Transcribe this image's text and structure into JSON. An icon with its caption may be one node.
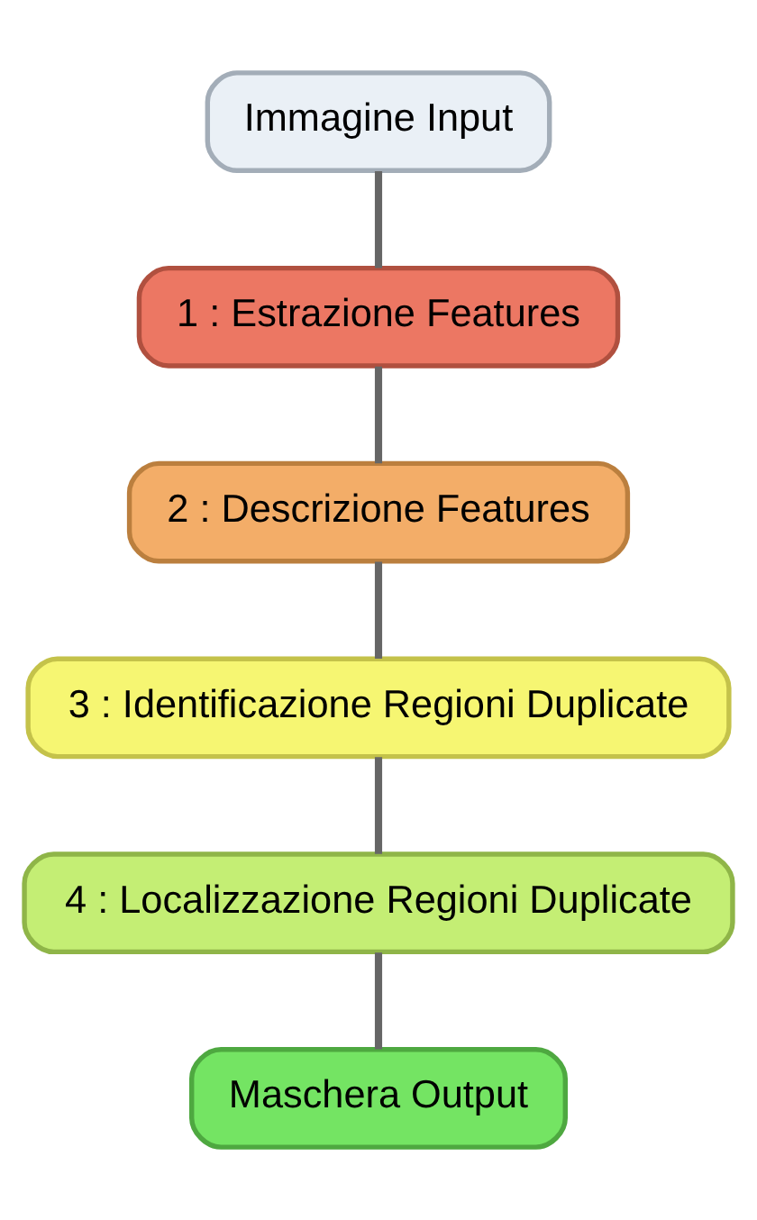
{
  "diagram": {
    "nodes": [
      {
        "text": [
          "Immagine Input"
        ]
      },
      {
        "text": [
          "1 : Estrazione Features"
        ]
      },
      {
        "text": [
          "2 : Descrizione Features"
        ]
      },
      {
        "text": [
          "3 : Identificazione Regioni Duplicate"
        ]
      },
      {
        "text": [
          "4 : Localizzazione Regioni Duplicate"
        ]
      },
      {
        "text": [
          "Maschera Output"
        ]
      }
    ],
    "edges": [
      {
        "from": 0,
        "to": 1,
        "arrow": "none"
      },
      {
        "from": 1,
        "to": 2,
        "arrow": "none"
      },
      {
        "from": 2,
        "to": 3,
        "arrow": "none"
      },
      {
        "from": 3,
        "to": 4,
        "arrow": "none"
      },
      {
        "from": 4,
        "to": 5,
        "arrow": "none"
      }
    ]
  }
}
